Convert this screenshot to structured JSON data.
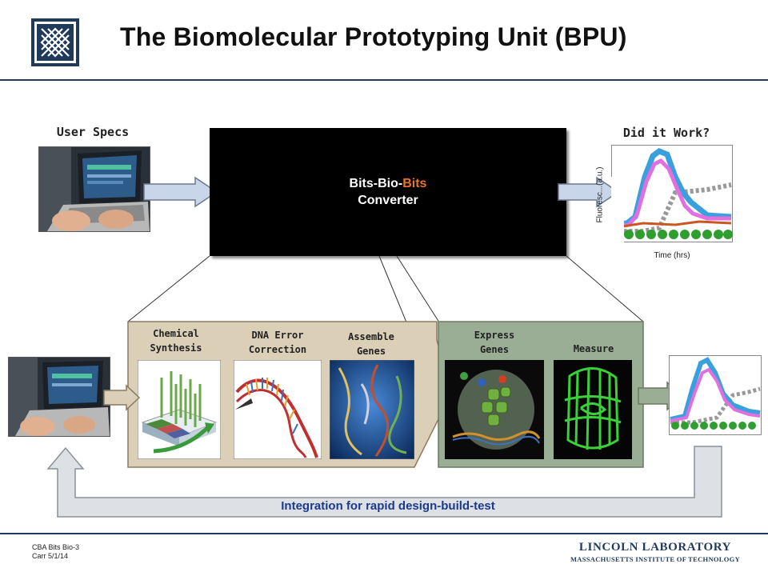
{
  "title": "The Biomolecular Prototyping Unit (BPU)",
  "user_specs": "User Specs",
  "did_it_work": "Did it Work?",
  "converter": {
    "part1": "Bits-Bio-",
    "part2": "Bits",
    "line2": "Converter"
  },
  "plot": {
    "ylabel": "Fluoresc...(a.u.)",
    "xlabel": "Time (hrs)"
  },
  "steps": {
    "chemical": [
      "Chemical",
      "Synthesis"
    ],
    "dna_error": [
      "DNA Error",
      "Correction"
    ],
    "assemble": [
      "Assemble",
      "Genes"
    ],
    "express": [
      "Express",
      "Genes"
    ],
    "measure": "Measure"
  },
  "integration": "Integration for rapid design-build-test",
  "footer": {
    "line1": "CBA Bits Bio-3",
    "line2": "Carr 5/1/14"
  },
  "lincoln": {
    "line1": "LINCOLN LABORATORY",
    "line2": "MASSACHUSETTS INSTITUTE OF TECHNOLOGY"
  },
  "colors": {
    "accent_orange": "#e8742a",
    "navy": "#1f3a5a",
    "bio_panel": "#dccfb8",
    "measure_panel": "#9aae95",
    "arrow_fill": "#c9d6ea",
    "link_blue": "#1a3a8c"
  }
}
